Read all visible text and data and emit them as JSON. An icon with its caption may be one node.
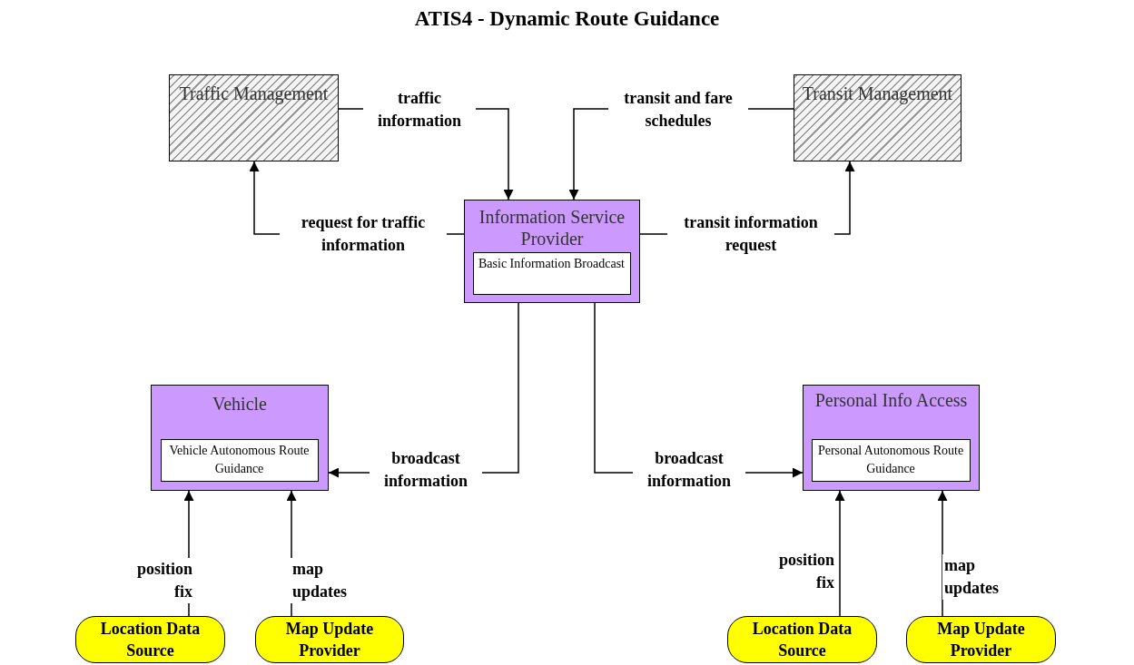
{
  "diagram": {
    "title": "ATIS4 - Dynamic Route Guidance",
    "nodes": [
      {
        "text": [
          "Traffic Management"
        ]
      },
      {
        "text": [
          "Transit Management"
        ]
      },
      {
        "text": [
          "Information Service Provider"
        ]
      },
      {
        "text": [
          "Basic Information Broadcast"
        ],
        "in": 2
      },
      {
        "text": [
          "Vehicle"
        ]
      },
      {
        "text": [
          "Vehicle Autonomous Route Guidance"
        ],
        "in": 4
      },
      {
        "text": [
          "Personal Info Access"
        ]
      },
      {
        "text": [
          "Personal Autonomous Route Guidance"
        ],
        "in": 6
      },
      {
        "text": [
          "Location Data Source"
        ]
      },
      {
        "text": [
          "Map Update Provider"
        ]
      },
      {
        "text": [
          "Location Data Source"
        ]
      },
      {
        "text": [
          "Map Update Provider"
        ]
      }
    ],
    "edges": [
      {
        "from": 0,
        "to": 2,
        "arrow": "to",
        "label": "traffic information"
      },
      {
        "from": 1,
        "to": 2,
        "arrow": "to",
        "label": "transit and fare schedules"
      },
      {
        "from": 2,
        "to": 0,
        "arrow": "to",
        "label": "request for traffic information"
      },
      {
        "from": 2,
        "to": 1,
        "arrow": "to",
        "label": "transit information request"
      },
      {
        "from": 2,
        "to": 4,
        "arrow": "to",
        "label": "broadcast information"
      },
      {
        "from": 2,
        "to": 6,
        "arrow": "to",
        "label": "broadcast information"
      },
      {
        "from": 8,
        "to": 4,
        "arrow": "to",
        "label": "position fix"
      },
      {
        "from": 9,
        "to": 4,
        "arrow": "to",
        "label": "map updates"
      },
      {
        "from": 10,
        "to": 6,
        "arrow": "to",
        "label": "position fix"
      },
      {
        "from": 11,
        "to": 6,
        "arrow": "to",
        "label": "map updates"
      }
    ]
  }
}
